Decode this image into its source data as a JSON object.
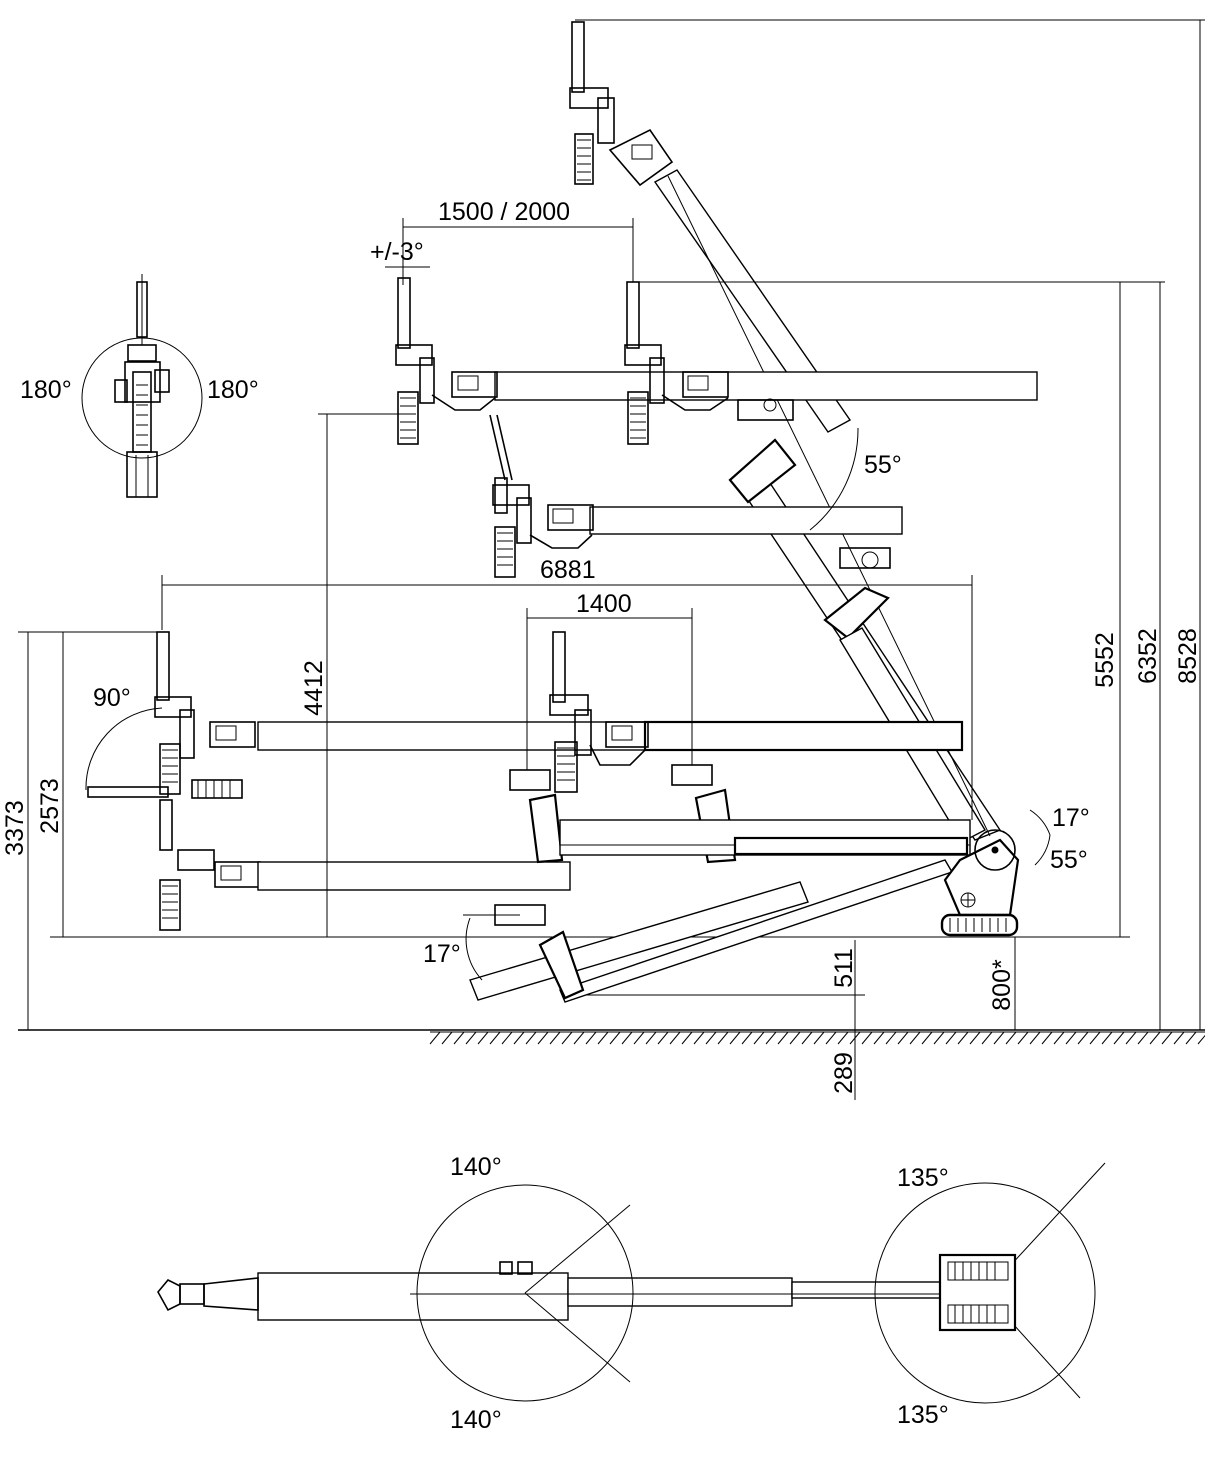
{
  "diagram": {
    "dimensions": {
      "d_1500_2000": "1500 / 2000",
      "d_tilt": "+/-3°",
      "d_180_left": "180°",
      "d_180_right": "180°",
      "d_55_top": "55°",
      "d_6881": "6881",
      "d_1400": "1400",
      "d_4412": "4412",
      "d_90": "90°",
      "d_3373": "3373",
      "d_2573": "2573",
      "d_17_right": "17°",
      "d_55_right": "55°",
      "d_17_left": "17°",
      "d_511": "511",
      "d_800": "800*",
      "d_289": "289",
      "d_5552": "5552",
      "d_6352": "6352",
      "d_8528": "8528",
      "d_140_top": "140°",
      "d_140_bottom": "140°",
      "d_135_top": "135°",
      "d_135_bottom": "135°"
    },
    "colors": {
      "line": "#000000",
      "background": "#ffffff"
    }
  }
}
